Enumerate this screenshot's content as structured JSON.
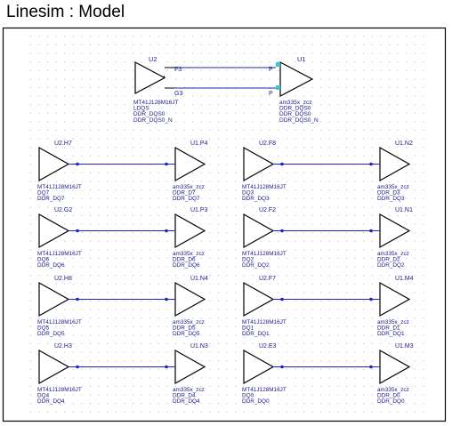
{
  "title": "Linesim : Model",
  "colors": {
    "frame": "#000000",
    "net": "#2020c0",
    "symbol": "#000000",
    "label": "#1a1a8a",
    "pin_highlight": "#3ec8c8",
    "grid": "#b8b8b8"
  },
  "diff_pair": {
    "driver_ref": "U2",
    "receiver_ref": "U1",
    "driver_pins": [
      "F3",
      "G3"
    ],
    "receiver_pins": [
      "P",
      "P"
    ],
    "driver_lines": [
      "MT41J128M16JT",
      "LDQS",
      "DDR_DQS0",
      "DDR_DQS0_N"
    ],
    "receiver_lines": [
      "am335x_zcz",
      "DDR_DQS0",
      "DDR_DQS0",
      "DDR_DQS0_N"
    ]
  },
  "nets": [
    {
      "driver_ref": "U2.H7",
      "receiver_ref": "U1.P4",
      "driver_lines": [
        "MT41J128M16JT",
        "DQ7",
        "DDR_DQ7"
      ],
      "receiver_lines": [
        "am335x_zcz",
        "DDR_D7",
        "DDR_DQ7"
      ]
    },
    {
      "driver_ref": "U2.F8",
      "receiver_ref": "U1.N2",
      "driver_lines": [
        "MT41J128M16JT",
        "DQ3",
        "DDR_DQ3"
      ],
      "receiver_lines": [
        "am335x_zcz",
        "DDR_D3",
        "DDR_DQ3"
      ]
    },
    {
      "driver_ref": "U2.G2",
      "receiver_ref": "U1.P3",
      "driver_lines": [
        "MT41J128M16JT",
        "DQ6",
        "DDR_DQ6"
      ],
      "receiver_lines": [
        "am335x_zcz",
        "DDR_D6",
        "DDR_DQ6"
      ]
    },
    {
      "driver_ref": "U2.F2",
      "receiver_ref": "U1.N1",
      "driver_lines": [
        "MT41J128M16JT",
        "DQ2",
        "DDR_DQ2"
      ],
      "receiver_lines": [
        "am335x_zcz",
        "DDR_D2",
        "DDR_DQ2"
      ]
    },
    {
      "driver_ref": "U2.H8",
      "receiver_ref": "U1.N4",
      "driver_lines": [
        "MT41J128M16JT",
        "DQ5",
        "DDR_DQ5"
      ],
      "receiver_lines": [
        "am335x_zcz",
        "DDR_D5",
        "DDR_DQ5"
      ]
    },
    {
      "driver_ref": "U2.F7",
      "receiver_ref": "U1.M4",
      "driver_lines": [
        "MT41J128M16JT",
        "DQ1",
        "DDR_DQ1"
      ],
      "receiver_lines": [
        "am335x_zcz",
        "DDR_D1",
        "DDR_DQ1"
      ]
    },
    {
      "driver_ref": "U2.H3",
      "receiver_ref": "U1.N3",
      "driver_lines": [
        "MT41J128M16JT",
        "DQ4",
        "DDR_DQ4"
      ],
      "receiver_lines": [
        "am335x_zcz",
        "DDR_D4",
        "DDR_DQ4"
      ]
    },
    {
      "driver_ref": "U2.E3",
      "receiver_ref": "U1.M3",
      "driver_lines": [
        "MT41J128M16JT",
        "DQ0",
        "DDR_DQ0"
      ],
      "receiver_lines": [
        "am335x_zcz",
        "DDR_D0",
        "DDR_DQ0"
      ]
    }
  ]
}
